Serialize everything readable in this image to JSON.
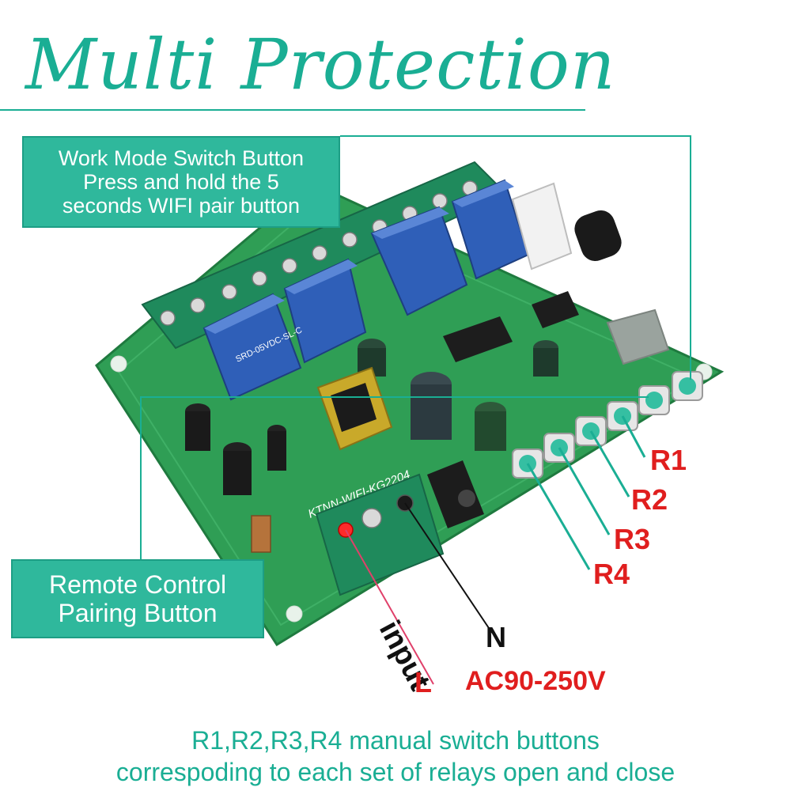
{
  "title": "Multi Protection",
  "board_marking": "KTNN-WIFI-KG2204",
  "callouts": {
    "work_mode": {
      "line1": "Work Mode Switch Button",
      "line2": "Press and hold the 5",
      "line3": "seconds WIFI pair button"
    },
    "remote": {
      "line1": "Remote Control",
      "line2": "Pairing Button"
    }
  },
  "relay_labels": [
    "R1",
    "R2",
    "R3",
    "R4"
  ],
  "input": {
    "word": "input",
    "neutral": "N",
    "live": "L",
    "voltage": "AC90-250V"
  },
  "relay_marking": "SRD-05VDC-SL-C",
  "footer": {
    "line1": "R1,R2,R3,R4 manual switch buttons",
    "line2": "correspoding to each set of relays open and close"
  },
  "colors": {
    "accent": "#1aae94",
    "callout": "#2fb89c",
    "board": "#2f9e55",
    "relay": "#2f5fb8",
    "label_red": "#e01e1e"
  }
}
